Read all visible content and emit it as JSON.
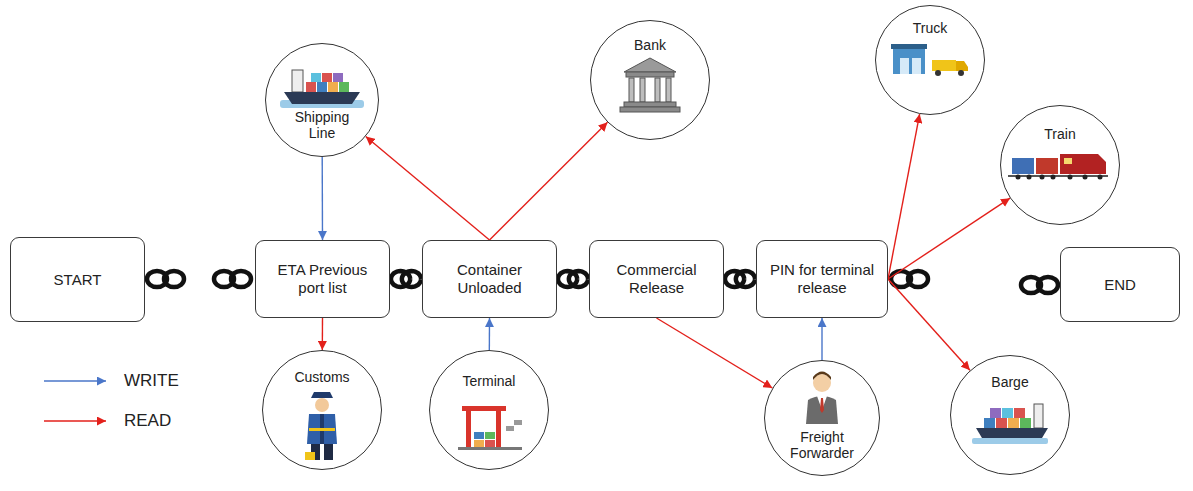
{
  "diagram": {
    "nodes": [
      {
        "text": [
          "START"
        ]
      },
      {
        "text": [
          "ETA Previous port list"
        ]
      },
      {
        "text": [
          "Container Unloaded"
        ]
      },
      {
        "text": [
          "Commercial Release"
        ]
      },
      {
        "text": [
          "PIN for terminal release"
        ]
      },
      {
        "text": [
          "END"
        ]
      },
      {
        "text": [
          "Shipping Line"
        ]
      },
      {
        "text": [
          "Bank"
        ]
      },
      {
        "text": [
          "Truck"
        ]
      },
      {
        "text": [
          "Train"
        ]
      },
      {
        "text": [
          "Customs"
        ]
      },
      {
        "text": [
          "Terminal"
        ]
      },
      {
        "text": [
          "Freight Forwarder"
        ]
      },
      {
        "text": [
          "Barge"
        ]
      }
    ],
    "edges": [
      {
        "from": 6,
        "to": 1,
        "arrow": "to"
      },
      {
        "from": 1,
        "to": 10,
        "arrow": "to"
      },
      {
        "from": 2,
        "to": 6,
        "arrow": "to"
      },
      {
        "from": 2,
        "to": 7,
        "arrow": "to"
      },
      {
        "from": 11,
        "to": 2,
        "arrow": "to"
      },
      {
        "from": 3,
        "to": 12,
        "arrow": "to"
      },
      {
        "from": 12,
        "to": 4,
        "arrow": "to"
      },
      {
        "from": 4,
        "to": 8,
        "arrow": "to"
      },
      {
        "from": 4,
        "to": 9,
        "arrow": "to"
      },
      {
        "from": 4,
        "to": 13,
        "arrow": "to"
      },
      {
        "from": 1,
        "to": 2,
        "arrow": "none"
      },
      {
        "from": 2,
        "to": 3,
        "arrow": "none"
      },
      {
        "from": 3,
        "to": 4,
        "arrow": "none"
      }
    ],
    "legend": [
      {
        "text": "WRITE"
      },
      {
        "text": "READ"
      }
    ]
  }
}
